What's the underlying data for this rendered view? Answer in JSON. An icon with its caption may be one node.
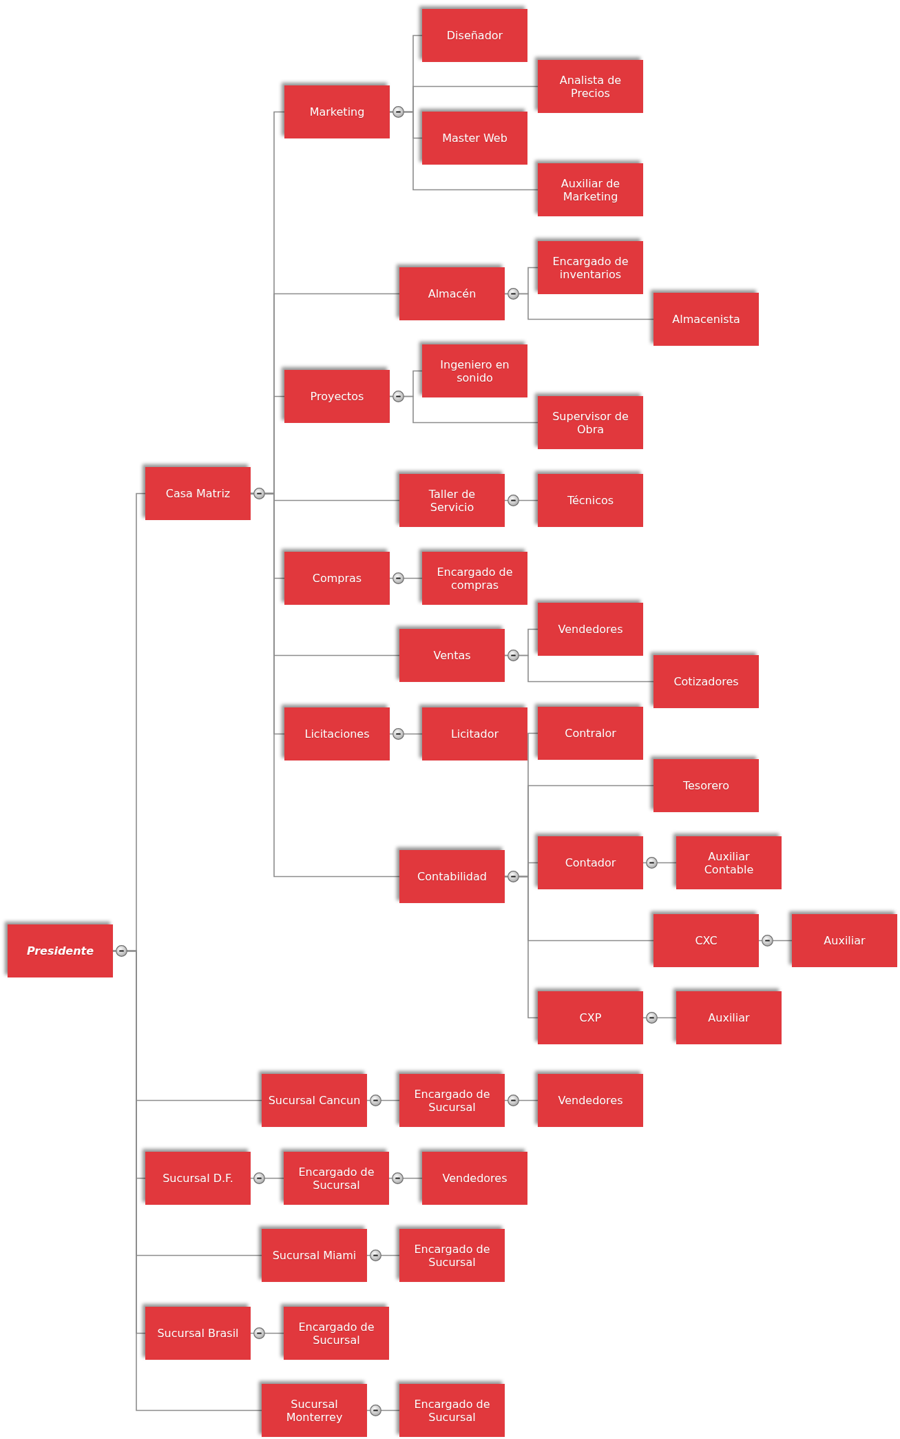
{
  "diagram": {
    "nodes": [
      {
        "text": [
          "Presidente"
        ]
      },
      {
        "text": [
          "Casa Matriz"
        ]
      },
      {
        "text": [
          "Marketing"
        ]
      },
      {
        "text": [
          "Diseñador"
        ]
      },
      {
        "text": [
          "Analista de Precios"
        ]
      },
      {
        "text": [
          "Master Web"
        ]
      },
      {
        "text": [
          "Auxiliar de Marketing"
        ]
      },
      {
        "text": [
          "Almacén"
        ]
      },
      {
        "text": [
          "Encargado de inventarios"
        ]
      },
      {
        "text": [
          "Almacenista"
        ]
      },
      {
        "text": [
          "Proyectos"
        ]
      },
      {
        "text": [
          "Ingeniero en sonido"
        ]
      },
      {
        "text": [
          "Supervisor de Obra"
        ]
      },
      {
        "text": [
          "Taller de Servicio"
        ]
      },
      {
        "text": [
          "Técnicos"
        ]
      },
      {
        "text": [
          "Compras"
        ]
      },
      {
        "text": [
          "Encargado de compras"
        ]
      },
      {
        "text": [
          "Ventas"
        ]
      },
      {
        "text": [
          "Vendedores"
        ]
      },
      {
        "text": [
          "Cotizadores"
        ]
      },
      {
        "text": [
          "Licitaciones"
        ]
      },
      {
        "text": [
          "Licitador"
        ]
      },
      {
        "text": [
          "Contabilidad"
        ]
      },
      {
        "text": [
          "Contralor"
        ]
      },
      {
        "text": [
          "Tesorero"
        ]
      },
      {
        "text": [
          "Contador"
        ]
      },
      {
        "text": [
          "Auxiliar Contable"
        ]
      },
      {
        "text": [
          "CXC"
        ]
      },
      {
        "text": [
          "Auxiliar"
        ]
      },
      {
        "text": [
          "CXP"
        ]
      },
      {
        "text": [
          "Auxiliar"
        ]
      },
      {
        "text": [
          "Sucursal Cancun"
        ]
      },
      {
        "text": [
          "Encargado de Sucursal"
        ]
      },
      {
        "text": [
          "Vendedores"
        ]
      },
      {
        "text": [
          "Sucursal D.F."
        ]
      },
      {
        "text": [
          "Encargado de Sucursal"
        ]
      },
      {
        "text": [
          "Vendedores"
        ]
      },
      {
        "text": [
          "Sucursal Miami"
        ]
      },
      {
        "text": [
          "Encargado de Sucursal"
        ]
      },
      {
        "text": [
          "Sucursal Brasil"
        ]
      },
      {
        "text": [
          "Encargado de Sucursal"
        ]
      },
      {
        "text": [
          "Sucursal Monterrey"
        ]
      },
      {
        "text": [
          "Encargado de Sucursal"
        ]
      }
    ],
    "edges": [
      {
        "from": 0,
        "to": 1,
        "arrow": "none"
      },
      {
        "from": 1,
        "to": 2,
        "arrow": "none"
      },
      {
        "from": 2,
        "to": 3,
        "arrow": "none"
      },
      {
        "from": 2,
        "to": 4,
        "arrow": "none"
      },
      {
        "from": 2,
        "to": 5,
        "arrow": "none"
      },
      {
        "from": 2,
        "to": 6,
        "arrow": "none"
      },
      {
        "from": 1,
        "to": 7,
        "arrow": "none"
      },
      {
        "from": 7,
        "to": 8,
        "arrow": "none"
      },
      {
        "from": 7,
        "to": 9,
        "arrow": "none"
      },
      {
        "from": 1,
        "to": 10,
        "arrow": "none"
      },
      {
        "from": 10,
        "to": 11,
        "arrow": "none"
      },
      {
        "from": 10,
        "to": 12,
        "arrow": "none"
      },
      {
        "from": 1,
        "to": 13,
        "arrow": "none"
      },
      {
        "from": 13,
        "to": 14,
        "arrow": "none"
      },
      {
        "from": 1,
        "to": 15,
        "arrow": "none"
      },
      {
        "from": 15,
        "to": 16,
        "arrow": "none"
      },
      {
        "from": 1,
        "to": 17,
        "arrow": "none"
      },
      {
        "from": 17,
        "to": 18,
        "arrow": "none"
      },
      {
        "from": 17,
        "to": 19,
        "arrow": "none"
      },
      {
        "from": 1,
        "to": 20,
        "arrow": "none"
      },
      {
        "from": 20,
        "to": 21,
        "arrow": "none"
      },
      {
        "from": 1,
        "to": 22,
        "arrow": "none"
      },
      {
        "from": 22,
        "to": 23,
        "arrow": "none"
      },
      {
        "from": 22,
        "to": 24,
        "arrow": "none"
      },
      {
        "from": 22,
        "to": 25,
        "arrow": "none"
      },
      {
        "from": 25,
        "to": 26,
        "arrow": "none"
      },
      {
        "from": 22,
        "to": 27,
        "arrow": "none"
      },
      {
        "from": 27,
        "to": 28,
        "arrow": "none"
      },
      {
        "from": 22,
        "to": 29,
        "arrow": "none"
      },
      {
        "from": 29,
        "to": 30,
        "arrow": "none"
      },
      {
        "from": 0,
        "to": 31,
        "arrow": "none"
      },
      {
        "from": 31,
        "to": 32,
        "arrow": "none"
      },
      {
        "from": 32,
        "to": 33,
        "arrow": "none"
      },
      {
        "from": 0,
        "to": 34,
        "arrow": "none"
      },
      {
        "from": 34,
        "to": 35,
        "arrow": "none"
      },
      {
        "from": 35,
        "to": 36,
        "arrow": "none"
      },
      {
        "from": 0,
        "to": 37,
        "arrow": "none"
      },
      {
        "from": 37,
        "to": 38,
        "arrow": "none"
      },
      {
        "from": 0,
        "to": 39,
        "arrow": "none"
      },
      {
        "from": 39,
        "to": 40,
        "arrow": "none"
      },
      {
        "from": 0,
        "to": 41,
        "arrow": "none"
      },
      {
        "from": 41,
        "to": 42,
        "arrow": "none"
      }
    ]
  }
}
